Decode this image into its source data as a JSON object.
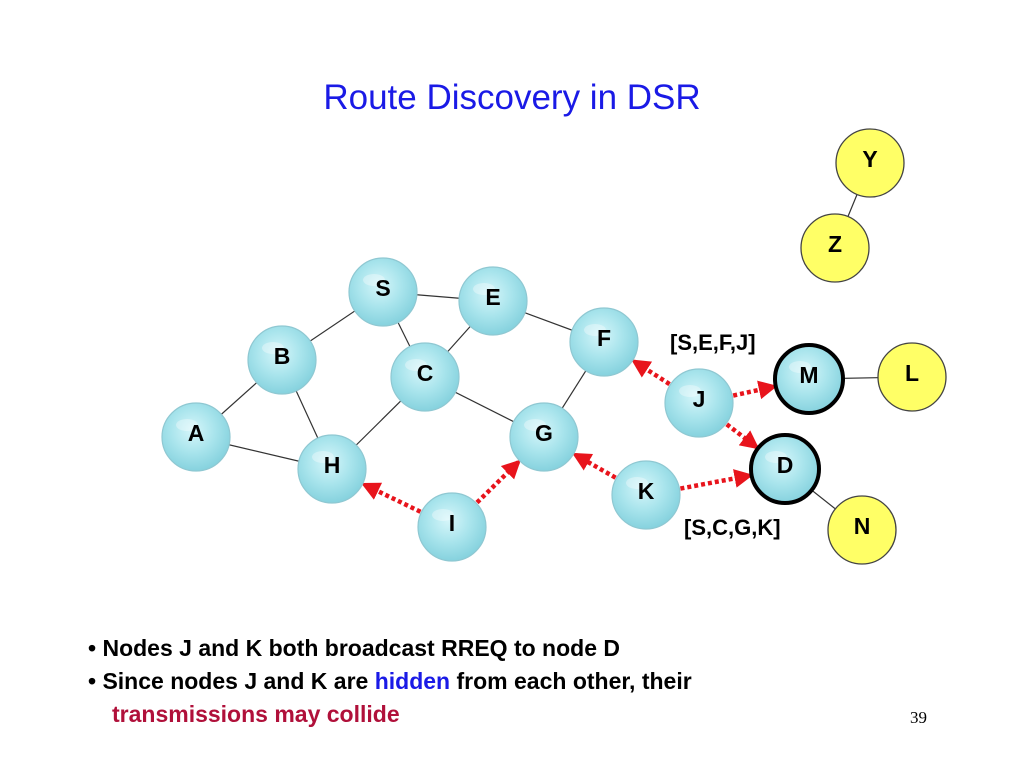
{
  "title": "Route Discovery in DSR",
  "nodes": [
    {
      "id": "S",
      "label": "S",
      "kind": "network"
    },
    {
      "id": "E",
      "label": "E",
      "kind": "network"
    },
    {
      "id": "F",
      "label": "F",
      "kind": "network"
    },
    {
      "id": "B",
      "label": "B",
      "kind": "network"
    },
    {
      "id": "C",
      "label": "C",
      "kind": "network"
    },
    {
      "id": "A",
      "label": "A",
      "kind": "network"
    },
    {
      "id": "G",
      "label": "G",
      "kind": "network"
    },
    {
      "id": "H",
      "label": "H",
      "kind": "network"
    },
    {
      "id": "I",
      "label": "I",
      "kind": "network"
    },
    {
      "id": "J",
      "label": "J",
      "kind": "network"
    },
    {
      "id": "K",
      "label": "K",
      "kind": "network"
    },
    {
      "id": "M",
      "label": "M",
      "kind": "network-bold"
    },
    {
      "id": "D",
      "label": "D",
      "kind": "network-bold"
    },
    {
      "id": "Y",
      "label": "Y",
      "kind": "yellow"
    },
    {
      "id": "Z",
      "label": "Z",
      "kind": "yellow"
    },
    {
      "id": "L",
      "label": "L",
      "kind": "yellow"
    },
    {
      "id": "N",
      "label": "N",
      "kind": "yellow"
    }
  ],
  "links": [
    [
      "S",
      "E"
    ],
    [
      "S",
      "B"
    ],
    [
      "S",
      "C"
    ],
    [
      "E",
      "C"
    ],
    [
      "E",
      "F"
    ],
    [
      "B",
      "A"
    ],
    [
      "B",
      "H"
    ],
    [
      "A",
      "H"
    ],
    [
      "C",
      "H"
    ],
    [
      "C",
      "G"
    ],
    [
      "F",
      "G"
    ],
    [
      "M",
      "L"
    ],
    [
      "D",
      "N"
    ],
    [
      "Y",
      "Z"
    ]
  ],
  "transmissions": [
    {
      "from": "I",
      "to": "H"
    },
    {
      "from": "I",
      "to": "G"
    },
    {
      "from": "J",
      "to": "F"
    },
    {
      "from": "J",
      "to": "M"
    },
    {
      "from": "J",
      "to": "D"
    },
    {
      "from": "K",
      "to": "G"
    },
    {
      "from": "K",
      "to": "D"
    }
  ],
  "route_labels": {
    "j_route": "[S,E,F,J]",
    "k_route": "[S,C,G,K]"
  },
  "bullets": {
    "line1": "Nodes J and K both broadcast RREQ to node D",
    "line2_pre": "Since nodes J and K are ",
    "line2_hl": "hidden",
    "line2_post": " from each other, their",
    "line3": "transmissions may collide"
  },
  "page_number": "39",
  "colors": {
    "title": "#1a1ae6",
    "hidden": "#1a1ae6",
    "collide": "#b0103a",
    "arrow": "#e8141c",
    "node_fill": "#a8e4ec",
    "yellow_fill": "#ffff66"
  }
}
